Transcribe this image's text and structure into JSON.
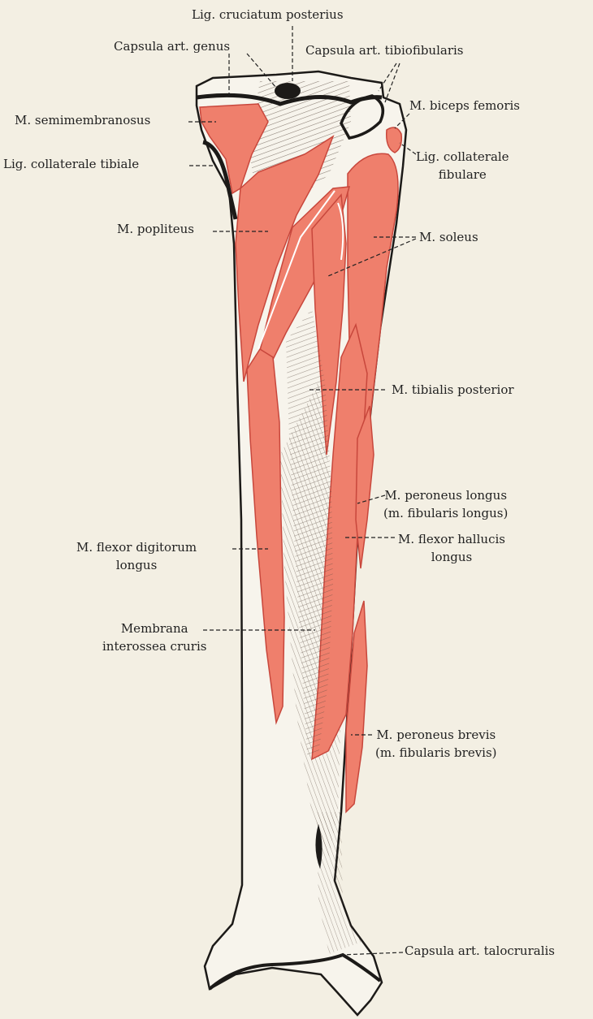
{
  "figure": {
    "colors": {
      "background": "#f3efe3",
      "bone": "#f7f4ec",
      "outline": "#1c1a18",
      "muscle": "#ef7f6c",
      "muscle_edge": "#c8473c",
      "hatch": "#5a4a40"
    }
  },
  "labels": {
    "lig_cruciatum": "Lig. cruciatum posterius",
    "capsula_genus": "Capsula art. genus",
    "capsula_tibiofibularis": "Capsula art. tibiofibularis",
    "semimembranosus": "M. semimembranosus",
    "biceps_femoris": "M. biceps femoris",
    "lig_coll_tibiale": "Lig. collaterale tibiale",
    "lig_coll_fibulare_1": "Lig. collaterale",
    "lig_coll_fibulare_2": "fibulare",
    "popliteus": "M. popliteus",
    "soleus": "M. soleus",
    "tibialis_posterior": "M. tibialis posterior",
    "peroneus_longus_1": "M. peroneus longus",
    "peroneus_longus_2": "(m. fibularis longus)",
    "flexor_hallucis_1": "M. flexor hallucis",
    "flexor_hallucis_2": "longus",
    "flexor_digitorum_1": "M. flexor digitorum",
    "flexor_digitorum_2": "longus",
    "membrana_1": "Membrana",
    "membrana_2": "interossea cruris",
    "peroneus_brevis_1": "M. peroneus brevis",
    "peroneus_brevis_2": "(m. fibularis brevis)",
    "capsula_talocruralis": "Capsula art. talocruralis"
  }
}
